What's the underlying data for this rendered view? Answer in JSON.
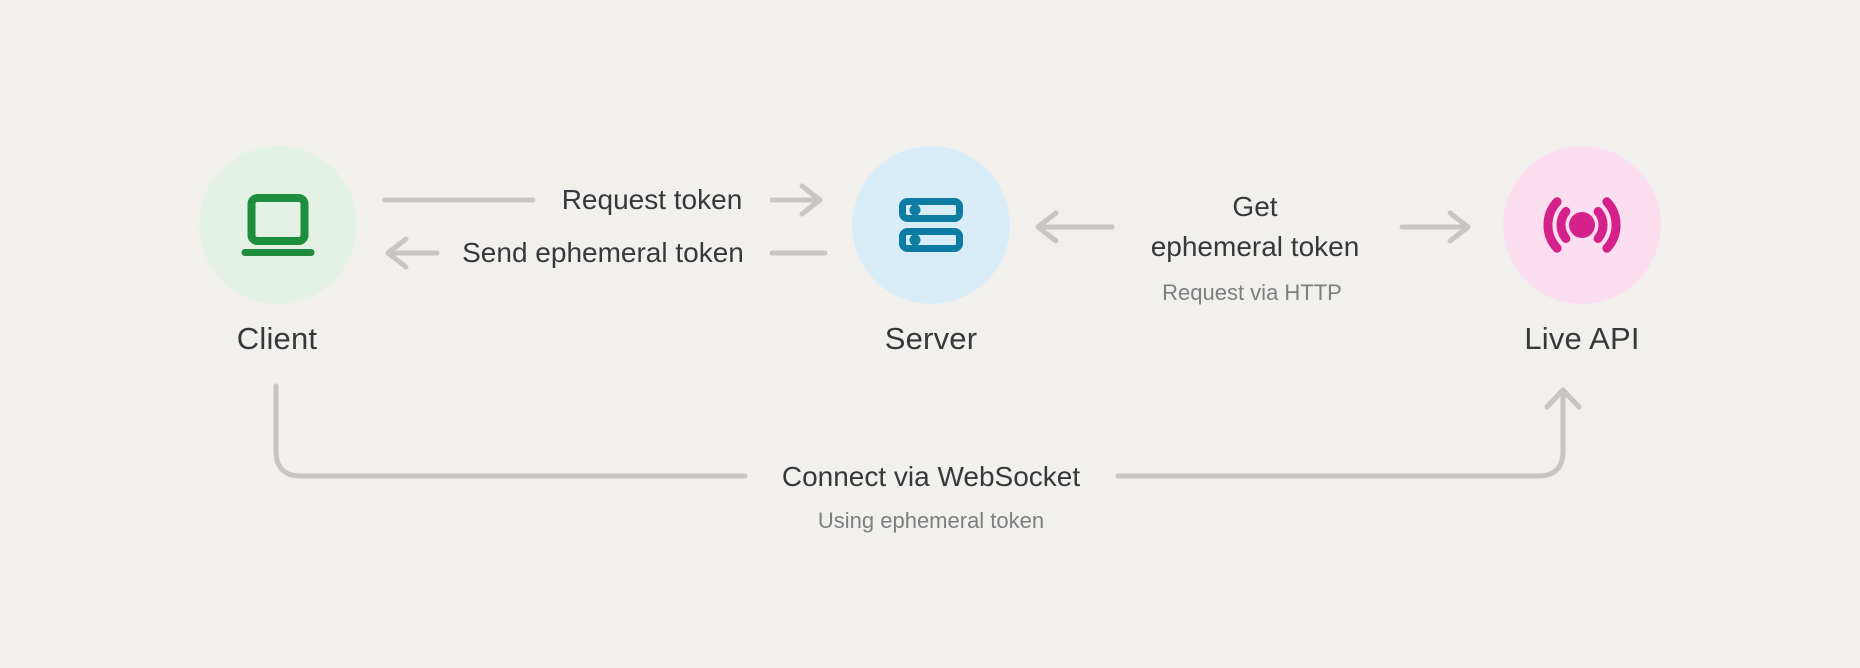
{
  "diagram": {
    "type": "flow-diagram",
    "colors": {
      "background": "#f2f0ed",
      "connector_gray": "#c7c6c4",
      "label_dark": "#36393c",
      "label_gray": "#7c7e80",
      "client_icon_green": "#1e8e3e",
      "client_circle_bg": "#e3f2e5",
      "server_icon_blue": "#0e7ba2",
      "server_circle_bg": "#d9edf9",
      "live_api_icon_pink": "#d5228b",
      "live_api_circle_bg": "#fbdff0"
    },
    "nodes": [
      {
        "id": "client",
        "label": "Client",
        "icon": "laptop-icon"
      },
      {
        "id": "server",
        "label": "Server",
        "icon": "server-icon"
      },
      {
        "id": "live_api",
        "label": "Live API",
        "icon": "broadcast-icon"
      }
    ],
    "edges": {
      "request_token": {
        "label": "Request token",
        "from": "Client",
        "to": "Server",
        "arrow": "right"
      },
      "send_ephemeral_token": {
        "label": "Send ephemeral token",
        "from": "Server",
        "to": "Client",
        "arrow": "left"
      },
      "get_ephemeral_token": {
        "label_line1": "Get",
        "label_line2": "ephemeral token",
        "sublabel": "Request via HTTP",
        "from": "Server",
        "to": "Live API",
        "arrow": "both-outward"
      },
      "connect_via_websocket": {
        "label": "Connect via WebSocket",
        "sublabel": "Using ephemeral token",
        "from": "Client",
        "to": "Live API",
        "arrow": "up-into-live-api"
      }
    }
  }
}
